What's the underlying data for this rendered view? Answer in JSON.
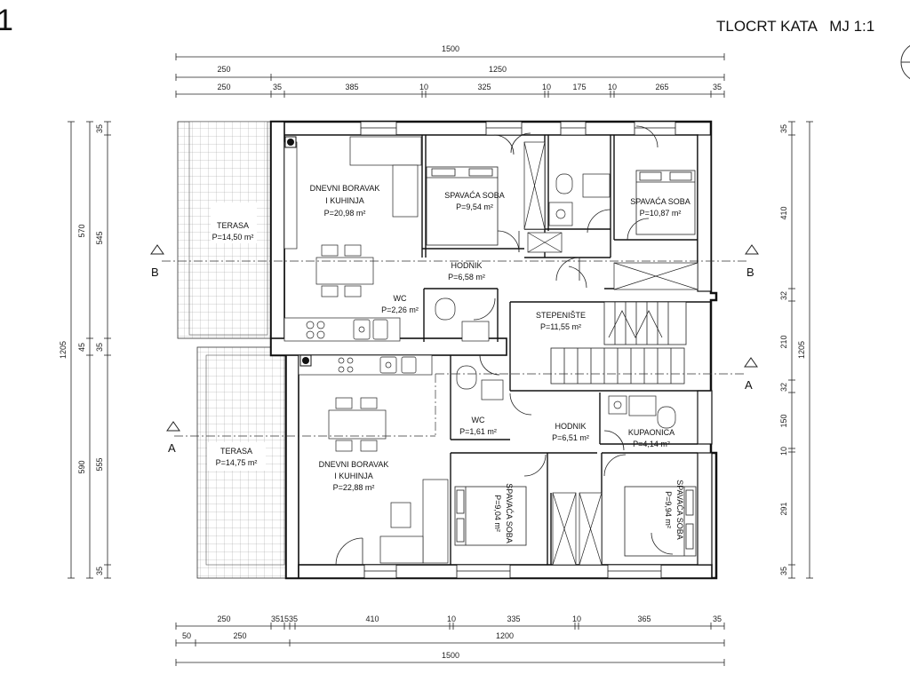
{
  "header": {
    "sheet_number": "1",
    "title": "TLOCRT KATA   MJ 1:1"
  },
  "dimensions": {
    "top": {
      "total": "1500",
      "row2": [
        "250",
        "1250"
      ],
      "row3": [
        "250",
        "35",
        "385",
        "10",
        "325",
        "10",
        "175",
        "10",
        "265",
        "35"
      ]
    },
    "bottom": {
      "row1": [
        "250",
        "351535",
        "410",
        "10",
        "335",
        "10",
        "365",
        "35"
      ],
      "row2": [
        "50",
        "250",
        "1200"
      ],
      "total": "1500"
    },
    "left": {
      "total": "1205",
      "row2": [
        "570",
        "45",
        "590"
      ],
      "row3": [
        "35",
        "545",
        "35",
        "555",
        "35"
      ]
    },
    "right": {
      "total": "1205",
      "row2": [
        "35",
        "410",
        "32",
        "210",
        "32",
        "150",
        "10",
        "291",
        "35"
      ]
    }
  },
  "sections": {
    "b_left": "B",
    "b_right": "B",
    "a_left": "A",
    "a_right": "A"
  },
  "rooms": {
    "terasa_top": {
      "name": "TERASA",
      "area": "P=14,50 m²"
    },
    "boravak_top": {
      "line1": "DNEVNI BORAVAK",
      "line2": "I KUHINJA",
      "area": "P=20,98 m²"
    },
    "spavaca_1": {
      "name": "SPAVAĆA SOBA",
      "area": "P=9,54 m²"
    },
    "spavaca_2": {
      "name": "SPAVAĆA SOBA",
      "area": "P=10,87 m²"
    },
    "hodnik_top": {
      "name": "HODNIK",
      "area": "P=6,58 m²"
    },
    "wc_top": {
      "name": "WC",
      "area": "P=2,26 m²"
    },
    "stepeniste": {
      "name": "STEPENIŠTE",
      "area": "P=11,55 m²"
    },
    "wc_bottom": {
      "name": "WC",
      "area": "P=1,61 m²"
    },
    "hodnik_bottom": {
      "name": "HODNIK",
      "area": "P=6,51 m²"
    },
    "kupaonica": {
      "name": "KUPAONICA",
      "area": "P=4,14 m²"
    },
    "terasa_bottom": {
      "name": "TERASA",
      "area": "P=14,75 m²"
    },
    "boravak_bottom": {
      "line1": "DNEVNI BORAVAK",
      "line2": "I KUHINJA",
      "area": "P=22,88 m²"
    },
    "spavaca_3": {
      "name": "SPAVAĆA SOBA",
      "area": "P=9,04 m²"
    },
    "spavaca_4": {
      "name": "SPAVAĆA SOBA",
      "area": "P=9,94 m²"
    }
  },
  "icons": [
    "north-arrow-icon",
    "section-marker-icon",
    "chimney-icon"
  ]
}
